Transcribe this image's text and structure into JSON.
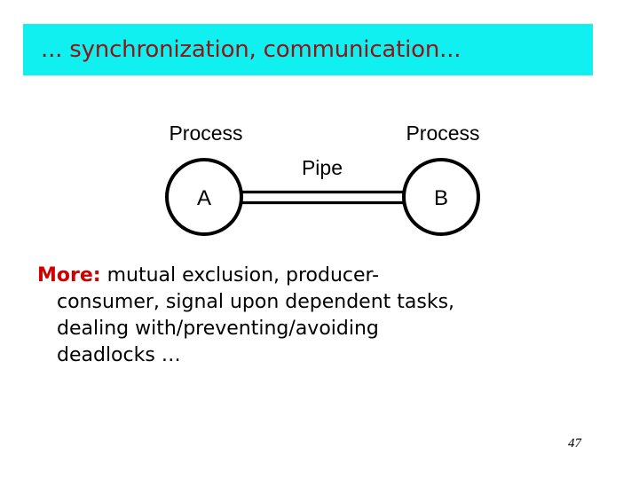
{
  "slide": {
    "title": "... synchronization, communication...",
    "title_bg_color": "#10f0f0",
    "title_text_color": "#8e1616",
    "page_number": "47"
  },
  "diagram": {
    "type": "node-link",
    "left_process_label": "Process",
    "right_process_label": "Process",
    "edge_label": "Pipe",
    "node_a_letter": "A",
    "node_b_letter": "B",
    "node_fill": "#ffffff",
    "node_stroke": "#000000"
  },
  "body": {
    "more_label": "More:",
    "more_label_color": "#d00000",
    "lines": [
      "mutual exclusion, producer-",
      "consumer, signal upon dependent tasks,",
      "dealing with/preventing/avoiding",
      "deadlocks …"
    ]
  }
}
